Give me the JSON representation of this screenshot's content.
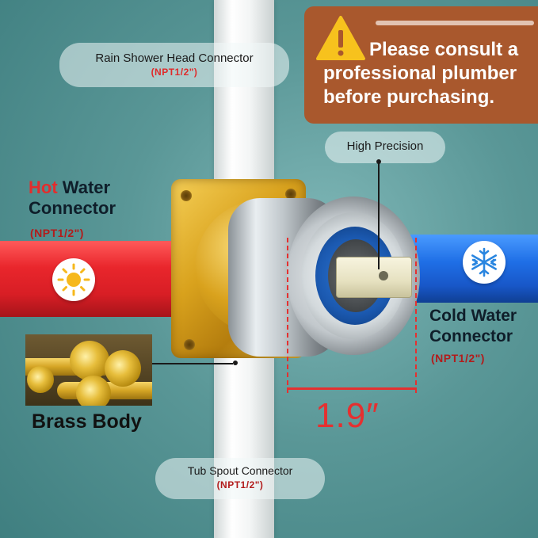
{
  "warning": {
    "icon": "warning-triangle-icon",
    "text_line1": "Please consult a",
    "text_line2": "professional plumber",
    "text_line3": "before purchasing."
  },
  "labels": {
    "rain": {
      "title": "Rain Shower Head Connector",
      "spec": "(NPT1/2\")"
    },
    "high_precision": "High Precision",
    "hot": {
      "word_hot": "Hot",
      "word_water": " Water",
      "line2": "Connector",
      "spec": "(NPT1/2\")"
    },
    "cold": {
      "line1": "Cold Water",
      "line2": "Connector",
      "spec": "(NPT1/2\")"
    },
    "brass": "Brass Body",
    "tub": {
      "title": "Tub Spout Connector",
      "spec": "(NPT1/2\")"
    }
  },
  "dimension": "1.9″",
  "icons": {
    "hot": "sun-icon",
    "cold": "snowflake-icon"
  },
  "colors": {
    "hot": "#e32d2d",
    "cold": "#1f6fe6",
    "warning_bg": "#a9582d",
    "dimension": "#e53030"
  }
}
